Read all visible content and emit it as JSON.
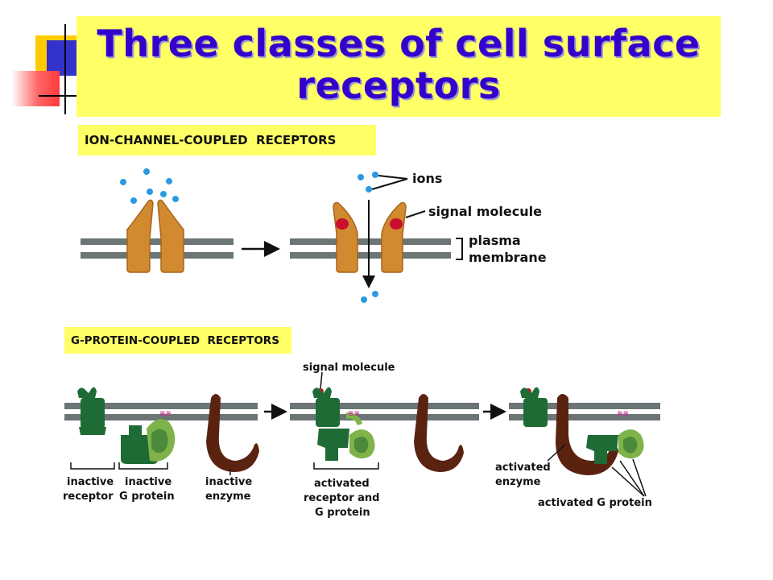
{
  "title": "Three classes of cell surface receptors",
  "sections": {
    "ion_channel": {
      "label": "ION-CHANNEL-COUPLED  RECEPTORS",
      "annotations": {
        "ions": "ions",
        "signal_molecule": "signal molecule",
        "plasma": "plasma",
        "membrane": "membrane"
      }
    },
    "g_protein": {
      "label": "G-PROTEIN-COUPLED  RECEPTORS",
      "annotations": {
        "signal_molecule": "signal molecule",
        "inactive_receptor_1": "inactive",
        "inactive_receptor_2": "receptor",
        "inactive_g_protein_1": "inactive",
        "inactive_g_protein_2": "G protein",
        "inactive_enzyme_1": "inactive",
        "inactive_enzyme_2": "enzyme",
        "activated_receptor_1": "activated",
        "activated_receptor_2": "receptor and",
        "activated_receptor_3": "G protein",
        "activated_enzyme_1": "activated",
        "activated_enzyme_2": "enzyme",
        "activated_g_protein": "activated G protein"
      }
    }
  },
  "colors": {
    "title_bg": "#ffff66",
    "title_text": "#3300cc",
    "channel": "#d18a2f",
    "membrane": "#6b7575",
    "ion": "#2a9be0",
    "signal": "#c8102e",
    "receptor_green": "#1f6b35",
    "gprotein_light": "#7fb34a",
    "enzyme_brown": "#5a2310"
  }
}
